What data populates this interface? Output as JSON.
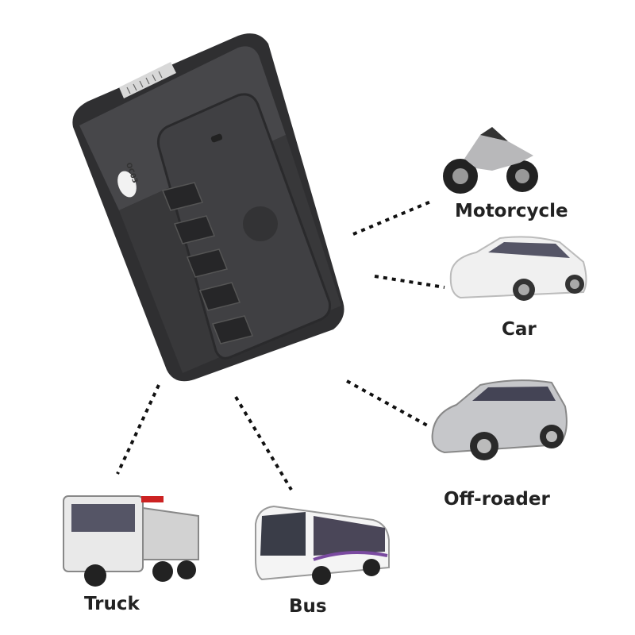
{
  "device": {
    "sticker_text": "OC03",
    "body_color": "#3a3a3c"
  },
  "vehicles": [
    {
      "id": "motorcycle",
      "label": "Motorcycle"
    },
    {
      "id": "car",
      "label": "Car"
    },
    {
      "id": "off-roader",
      "label": "Off-roader"
    },
    {
      "id": "truck",
      "label": "Truck"
    },
    {
      "id": "bus",
      "label": "Bus"
    }
  ]
}
